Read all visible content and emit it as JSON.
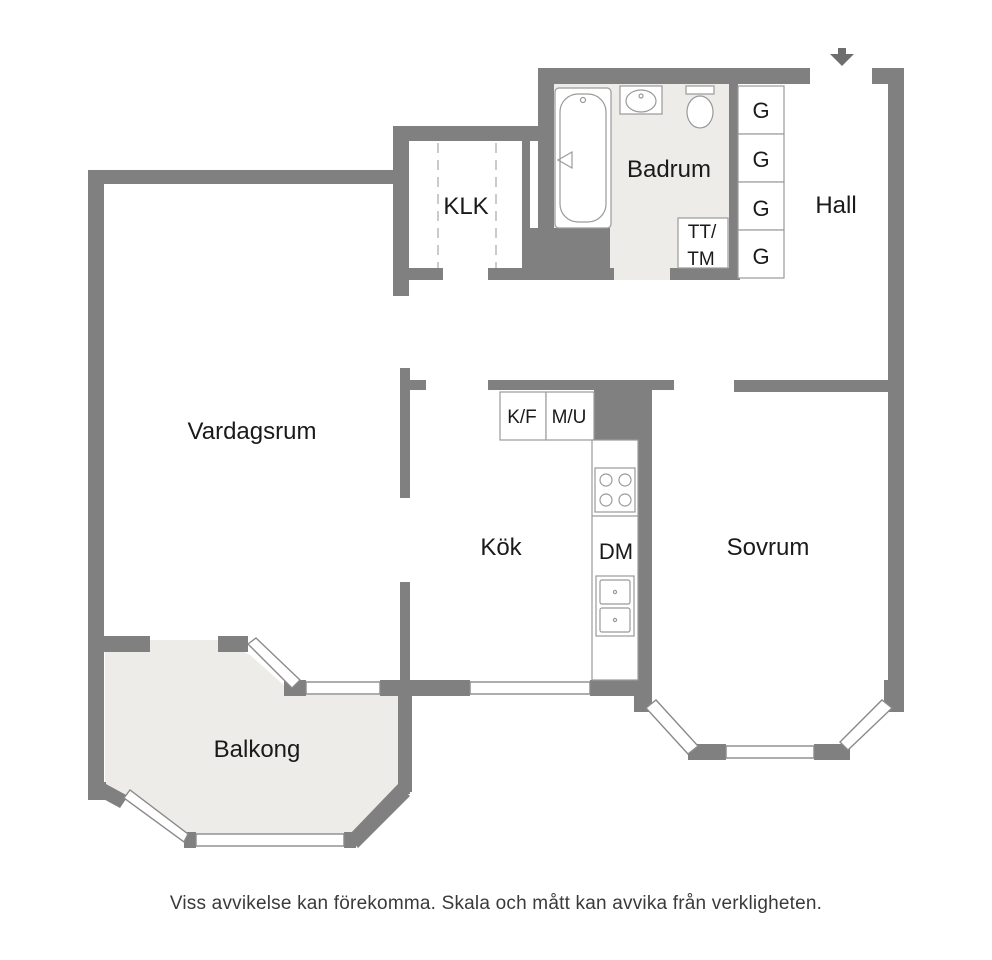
{
  "rooms": {
    "badrum": "Badrum",
    "klk": "KLK",
    "hall": "Hall",
    "vardagsrum": "Vardagsrum",
    "kok": "Kök",
    "sovrum": "Sovrum",
    "balkong": "Balkong"
  },
  "fixtures": {
    "wardrobe": [
      "G",
      "G",
      "G",
      "G"
    ],
    "tt_tm_line1": "TT/",
    "tt_tm_line2": "TM",
    "kf": "K/F",
    "mu": "M/U",
    "dm": "DM"
  },
  "colors": {
    "wall": "#808080",
    "floor_tinted": "#eeece8",
    "background": "#ffffff"
  },
  "disclaimer": "Viss avvikelse kan förekomma. Skala och mått kan avvika från verkligheten."
}
